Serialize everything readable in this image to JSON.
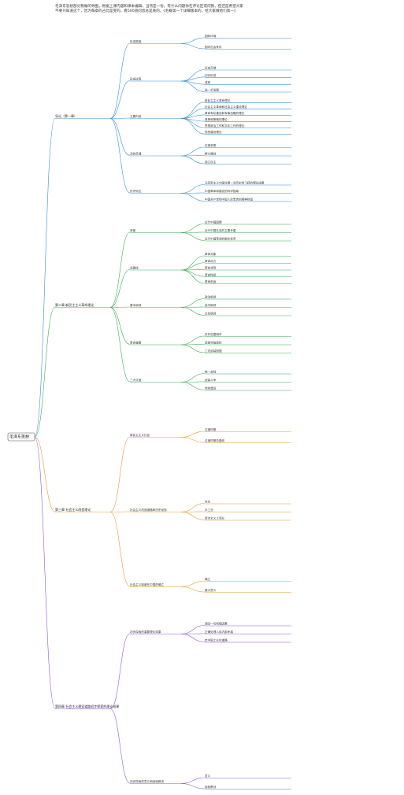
{
  "header": {
    "lines": [
      "毛泽东思想部分我做的导图，根据上课内容和课本编辑，当然是一份。有什么问题你在评论区或问我，但还是希望大家",
      "不要只知道这个，因为每章的占比是变的，看500道问息总是真的，《毛概第一个详细版本的，给大家做他们第一》"
    ]
  },
  "root": {
    "label": "毛泽东思想"
  },
  "branches": [
    {
      "label": "导论（第一章）",
      "children": [
        {
          "label": "形成原因",
          "children": [
            "国际环境",
            "国内社会条件"
          ]
        },
        {
          "label": "形成过程",
          "children": [
            "形成开端",
            "初步形成",
            "成熟",
            "进一步发展"
          ]
        },
        {
          "label": "主要内容",
          "children": [
            "新民主主义革命理论",
            "社会主义革命和社会主义建设理论",
            "革命军队建设和军事战略的理论",
            "政策和策略的理论",
            "思想政治工作和文化工作的理论",
            "党的建设理论"
          ]
        },
        {
          "label": "活的灵魂",
          "children": [
            "实事求是",
            "群众路线",
            "独立自主"
          ]
        },
        {
          "label": "历史地位",
          "children": [
            "马克思主义中国化第一次历史性飞跃的理论成果",
            "中国革命和建设的科学指南",
            "中国共产党和中国人民宝贵的精神财富"
          ]
        }
      ]
    },
    {
      "label": "第二章 新民主主义革命理论",
      "children": [
        {
          "label": "背景",
          "children": [
            "近代中国国情",
            "近代中国社会的主要矛盾",
            "近代中国革命的根本任务"
          ]
        },
        {
          "label": "总路线",
          "children": [
            "革命对象",
            "革命动力",
            "革命领导",
            "革命性质",
            "革命前途"
          ]
        },
        {
          "label": "基本纲领",
          "children": [
            "政治纲领",
            "经济纲领",
            "文化纲领"
          ]
        },
        {
          "label": "革命道路",
          "children": [
            "农村包围城市",
            "武装夺取政权",
            "工农武装割据"
          ]
        },
        {
          "label": "三大法宝",
          "children": [
            "统一战线",
            "武装斗争",
            "党的建设"
          ]
        }
      ]
    },
    {
      "label": "第三章 社会主义改造理论",
      "children": [
        {
          "label": "新民主主义社会",
          "children": [
            "过渡时期",
            "过渡时期总路线"
          ]
        },
        {
          "label": "社会主义改造道路和历史经验",
          "children": [
            "农业",
            "手工业",
            "资本主义工商业"
          ]
        },
        {
          "label": "社会主义制度在中国的确立",
          "children": [
            "确立",
            "重大意义"
          ]
        }
      ]
    },
    {
      "label": "第四章 社会主义建设道路初步探索的理论成果",
      "children": [
        {
          "label": "初步探索的重要理论成果",
          "children": [
            "调动一切积极因素",
            "正确处理人民内部矛盾",
            "走中国工业化道路"
          ]
        },
        {
          "label": "初步探索的意义和经验教训",
          "children": [
            "意义",
            "经验教训"
          ]
        }
      ]
    }
  ]
}
